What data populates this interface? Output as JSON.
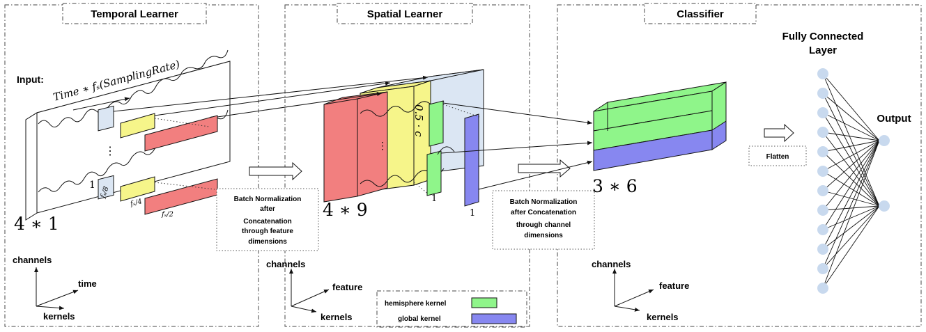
{
  "panels": {
    "temporal": {
      "title": "Temporal Learner",
      "input_label": "Input:",
      "time_label": "Time ∗ fₛ(SamplingRate)",
      "dots": "⋮",
      "one": "1",
      "kernel_small": "fₛ/8",
      "kernel_mid": "fₛ/4",
      "kernel_large": "fₛ/2",
      "shape": "4 ∗ 1"
    },
    "spatial": {
      "title": "Spatial Learner",
      "dots": "⋮",
      "ratio": "0.5 · c",
      "one_a": "1",
      "one_b": "1",
      "shape": "4 ∗ 9"
    },
    "classifier": {
      "title": "Classifier",
      "shape": "3 ∗ 6",
      "flatten": "Flatten",
      "fc_title_line1": "Fully Connected",
      "fc_title_line2": "Layer",
      "output": "Output"
    }
  },
  "notes": {
    "bn_feature": [
      "Batch Normalization",
      "after",
      "Concatenation",
      "through feature",
      "dimensions"
    ],
    "bn_channel": [
      "Batch Normalization",
      "after Concatenation",
      "through channel",
      "dimensions"
    ]
  },
  "axes": {
    "temporal": {
      "up": "channels",
      "right": "time",
      "down": "kernels"
    },
    "spatial": {
      "up": "channels",
      "right": "feature",
      "down": "kernels"
    },
    "classifier": {
      "up": "channels",
      "right": "feature",
      "down": "kernels"
    }
  },
  "legend": {
    "hemisphere_label": "hemisphere kernel",
    "global_label": "global kernel"
  },
  "colors": {
    "red": "#f27f7f",
    "yellow": "#f6f58a",
    "blue_box": "#dbe6f3",
    "green": "#8ff58a",
    "purple": "#8787f0",
    "node": "#c8d9ee"
  }
}
